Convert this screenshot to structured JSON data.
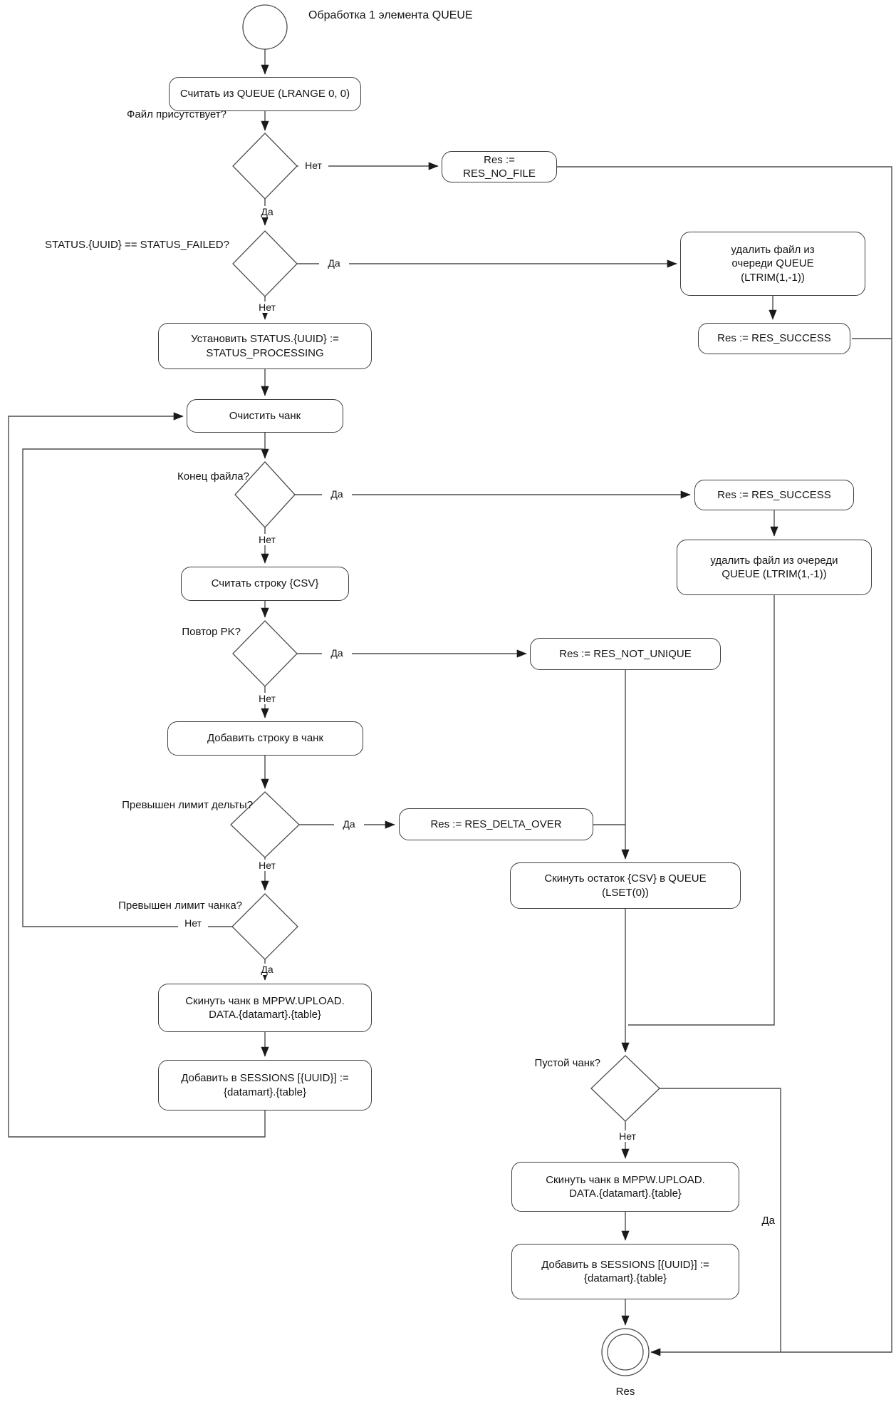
{
  "title": "Обработка 1 элемента QUEUE",
  "labels": {
    "yes": "Да",
    "no": "Нет"
  },
  "questions": {
    "file_present": "Файл присутствует?",
    "status_failed": "STATUS.{UUID} == STATUS_FAILED?",
    "eof": "Конец файла?",
    "pk_repeat": "Повтор PK?",
    "delta_limit": "Превышен лимит дельты?",
    "chunk_limit": "Превышен лимит чанка?",
    "empty_chunk": "Пустой чанк?"
  },
  "nodes": {
    "read_queue": {
      "text": "Считать из QUEUE (LRANGE 0, 0)"
    },
    "res_no_file": {
      "text": "Res := RES_NO_FILE"
    },
    "remove_file_1": {
      "lines": [
        "удалить файл из",
        "очереди QUEUE",
        "(LTRIM(1,-1))"
      ]
    },
    "res_success_1": {
      "text": "Res := RES_SUCCESS"
    },
    "set_status": {
      "lines": [
        "Установить STATUS.{UUID} :=",
        "STATUS_PROCESSING"
      ]
    },
    "clear_chunk": {
      "text": "Очистить чанк"
    },
    "res_success_2": {
      "text": "Res := RES_SUCCESS"
    },
    "remove_file_2": {
      "lines": [
        "удалить файл из очереди",
        "QUEUE (LTRIM(1,-1))"
      ]
    },
    "read_row": {
      "text": "Считать строку {CSV}"
    },
    "res_not_unique": {
      "text": "Res := RES_NOT_UNIQUE"
    },
    "add_row": {
      "text": "Добавить строку в чанк"
    },
    "res_delta_over": {
      "text": "Res := RES_DELTA_OVER"
    },
    "push_rest": {
      "lines": [
        "Скинуть остаток {CSV} в QUEUE",
        "(LSET(0))"
      ]
    },
    "flush_chunk_1": {
      "lines": [
        "Скинуть чанк в MPPW.UPLOAD.",
        "DATA.{datamart}.{table}"
      ]
    },
    "add_sessions_1": {
      "lines": [
        "Добавить в SESSIONS [{UUID}] :=",
        "{datamart}.{table}"
      ]
    },
    "flush_chunk_2": {
      "lines": [
        "Скинуть чанк в MPPW.UPLOAD.",
        "DATA.{datamart}.{table}"
      ]
    },
    "add_sessions_2": {
      "lines": [
        "Добавить в SESSIONS [{UUID}] :=",
        "{datamart}.{table}"
      ]
    },
    "end": {
      "text": "Res"
    }
  },
  "colors": {
    "line": "#4d4d4d",
    "arrow": "#1a1a1a",
    "box_border": "#3f3f3f",
    "text": "#141414"
  }
}
